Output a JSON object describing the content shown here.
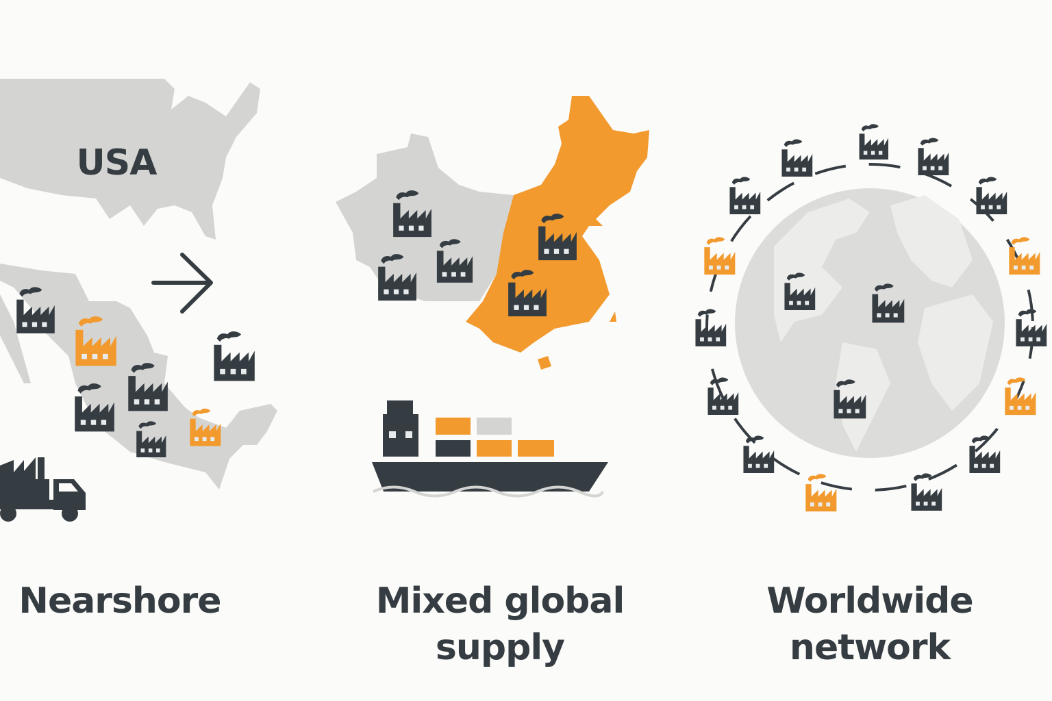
{
  "colors": {
    "dark": "#363d42",
    "accent": "#f29a2e",
    "map": "#d4d5d3",
    "background": "#fbfbf9"
  },
  "panels": [
    {
      "title_lines": [
        "Nearshore"
      ],
      "map_label": "USA"
    },
    {
      "title_lines": [
        "Mixed global",
        "supply"
      ]
    },
    {
      "title_lines": [
        "Worldwide",
        "network"
      ]
    }
  ],
  "icons": [
    "factory-icon",
    "truck-icon",
    "arrow-right-icon",
    "cargo-ship-icon",
    "globe-icon"
  ]
}
